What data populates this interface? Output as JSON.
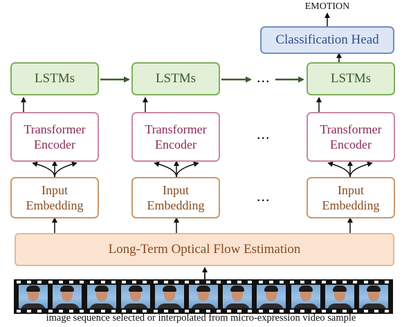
{
  "top_label": "EMOTION",
  "classification_head": "Classification Head",
  "lstm_label": "LSTMs",
  "encoder_line1": "Transformer",
  "encoder_line2": "Encoder",
  "embedding_line1": "Input",
  "embedding_line2": "Embedding",
  "ellipsis": "...",
  "flow_label": "Long-Term Optical Flow Estimation",
  "caption": "image sequence selected or interpolated from micro-expression video sample",
  "frames_count": 11,
  "colors": {
    "lstm_fill": "#e3f0d8",
    "lstm_border": "#7fae5c",
    "encoder_border": "#c987a8",
    "encoder_text": "#8a2a56",
    "embedding_border": "#c9996b",
    "embedding_text": "#8a4a1c",
    "head_fill": "#dde6f6",
    "head_border": "#6f8fc4",
    "flow_fill": "#fbe3d2",
    "flow_border": "#e3b89a"
  }
}
